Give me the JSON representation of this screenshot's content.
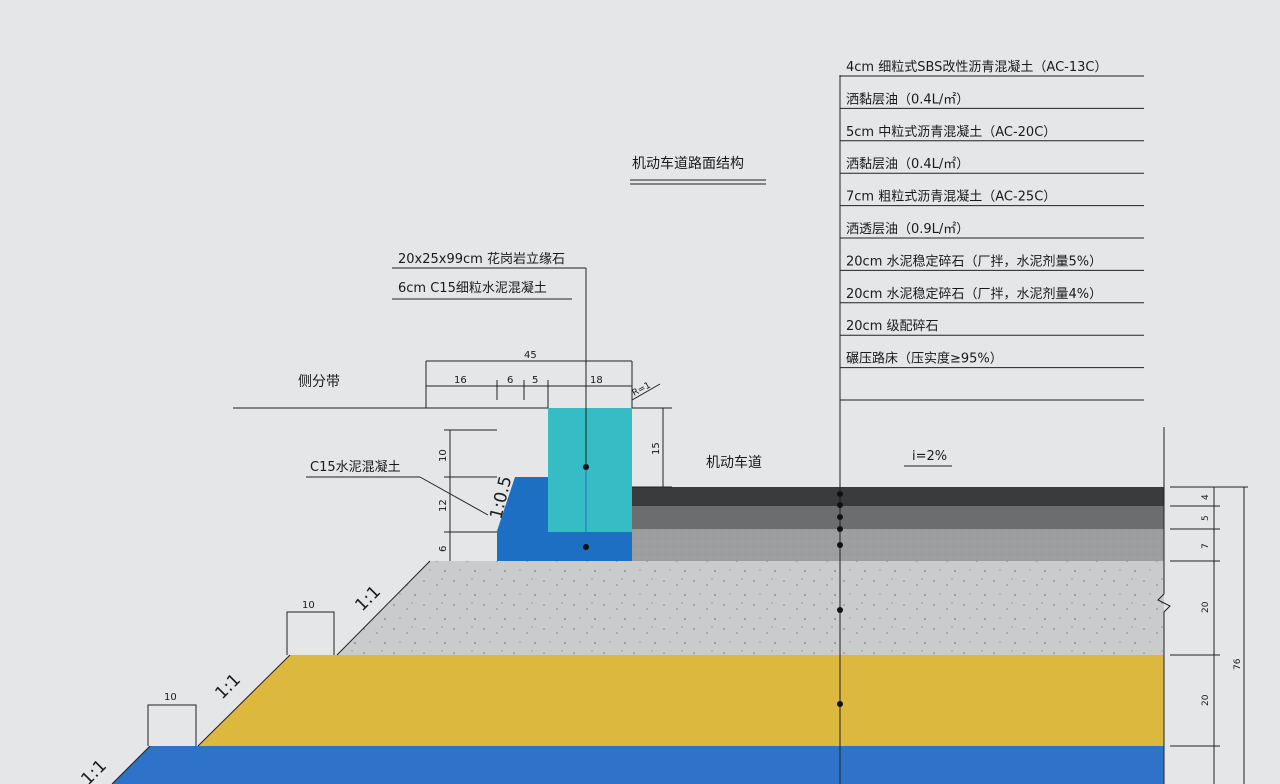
{
  "title": "机动车道路面结构",
  "layers": [
    "4cm 细粒式SBS改性沥青混凝土（AC-13C）",
    "洒黏层油（0.4L/㎡）",
    "5cm 中粒式沥青混凝土（AC-20C）",
    "洒黏层油（0.4L/㎡）",
    "7cm 粗粒式沥青混凝土（AC-25C）",
    "洒透层油（0.9L/㎡）",
    "20cm 水泥稳定碎石（厂拌，水泥剂量5%）",
    "20cm 水泥稳定碎石（厂拌，水泥剂量4%）",
    "20cm 级配碎石",
    "碾压路床（压实度≥95%）"
  ],
  "curb": {
    "kerb_label": "20x25x99cm 花岗岩立缘石",
    "bedding_label": "6cm C15细粒水泥混凝土",
    "backing_label": "C15水泥混凝土",
    "slope_back": "1:0.5",
    "width_total": "45",
    "widths": [
      "16",
      "6",
      "5",
      "18"
    ],
    "radius": "R=1",
    "heights": [
      "10",
      "12",
      "6"
    ],
    "exposed": "15"
  },
  "zones": {
    "median": "侧分带",
    "lane": "机动车道",
    "crossfall": "i=2%"
  },
  "embankment": {
    "slope_upper": "1:1",
    "slope_lower": "1:1",
    "slope_bottom": "1:1",
    "berm_upper": "10",
    "berm_lower": "10"
  },
  "thickness": {
    "values": [
      "4",
      "5",
      "7",
      "20",
      "20"
    ],
    "total": "76"
  },
  "colors": {
    "surface_top": "#3a3b3c",
    "surface_mid": "#6b6d6f",
    "surface_low": "#9c9ea0",
    "base": "#c9cbcd",
    "subbase": "#dcb83e",
    "subgrade": "#2f72c9",
    "kerb": "#35bcc4",
    "backing": "#1d6fc4"
  }
}
